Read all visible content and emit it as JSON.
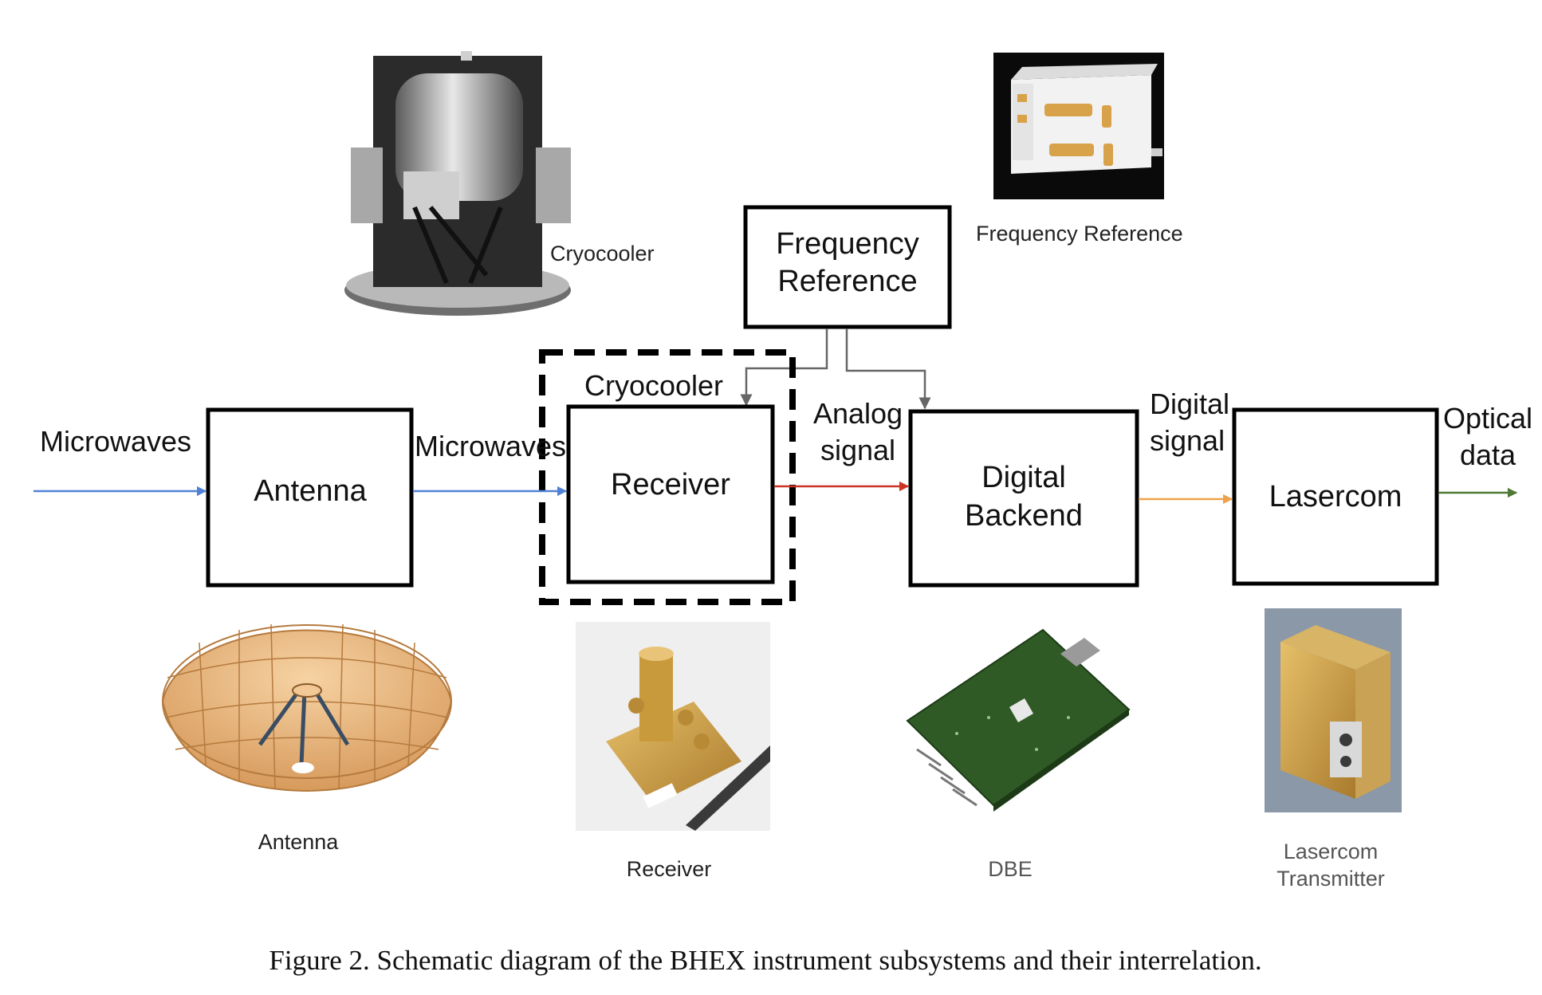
{
  "blocks": {
    "antenna": "Antenna",
    "receiver": "Receiver",
    "digital_backend": [
      "Digital",
      "Backend"
    ],
    "lasercom": "Lasercom",
    "frequency_reference": [
      "Frequency",
      "Reference"
    ],
    "cryocooler_enclosure": "Cryocooler"
  },
  "signals": {
    "input_microwaves": "Microwaves",
    "antenna_to_receiver": "Microwaves",
    "analog": [
      "Analog",
      "signal"
    ],
    "digital": [
      "Digital",
      "signal"
    ],
    "optical": [
      "Optical",
      "data"
    ]
  },
  "photo_captions": {
    "cryocooler": "Cryocooler",
    "frequency_reference": "Frequency Reference",
    "antenna": "Antenna",
    "receiver": "Receiver",
    "dbe": "DBE",
    "lasercom": [
      "Lasercom",
      "Transmitter"
    ]
  },
  "arrow_colors": {
    "microwaves": "#4f82d6",
    "analog": "#cc3322",
    "digital": "#eea24a",
    "optical": "#4f7a35",
    "reference": "#666666"
  },
  "figure_caption": "Figure 2. Schematic diagram of the BHEX instrument subsystems and their interrelation."
}
